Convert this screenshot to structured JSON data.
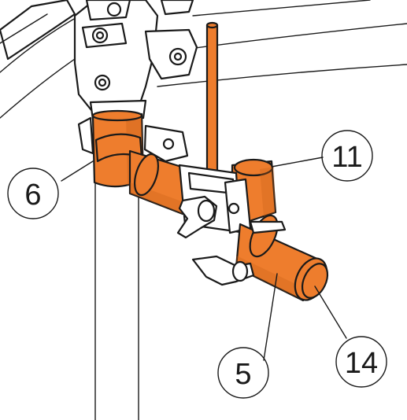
{
  "colors": {
    "highlight": "#EE7D2D",
    "highlight_shade": "#C75F18",
    "outline": "#1A1A1A",
    "part_fill": "#FFFFFF",
    "background": "#FFFFFF"
  },
  "callouts": [
    {
      "id": "callout-6",
      "label": "6"
    },
    {
      "id": "callout-11",
      "label": "11"
    },
    {
      "id": "callout-5",
      "label": "5"
    },
    {
      "id": "callout-14",
      "label": "14"
    }
  ]
}
